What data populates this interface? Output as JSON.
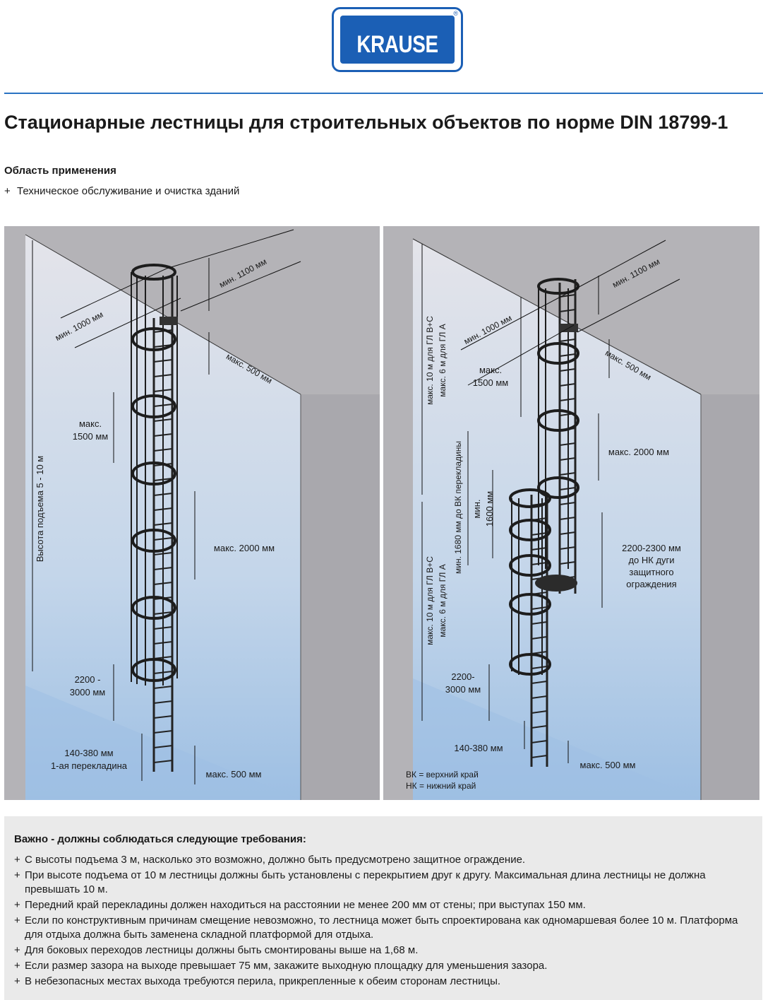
{
  "logo": {
    "brand": "KRAUSE",
    "mark": "®"
  },
  "header": {
    "title": "Стационарные лестницы для строительных объектов по норме DIN 18799-1",
    "application_heading": "Область применения",
    "application_items": [
      "Техническое обслуживание и очистка зданий"
    ]
  },
  "bullet": "+",
  "left_diagram": {
    "labels": {
      "height": "Высота подъема 5 - 10 м",
      "min_1000": "мин. 1000 мм",
      "min_1100": "мин. 1100 мм",
      "max_500_top": "макс. 500 мм",
      "max_1500_a": "макс.",
      "max_1500_b": "1500 мм",
      "max_2000": "макс. 2000 мм",
      "h2200_a": "2200 -",
      "h2200_b": "3000 мм",
      "h140_a": "140-380 мм",
      "h140_b": "1-ая перекладина",
      "max_500_bottom": "макс. 500 мм"
    }
  },
  "right_diagram": {
    "labels": {
      "upper_10m_a": "макс. 10 м для ГЛ B+C",
      "upper_10m_b": "макс. 6 м для ГЛ A",
      "min_1000": "мин. 1000 мм",
      "min_1100": "мин. 1100 мм",
      "max_500_top": "макс. 500 мм",
      "max_1500_a": "макс.",
      "max_1500_b": "1500 мм",
      "max_2000": "макс. 2000 мм",
      "min_1680": "мин. 1680 мм до ВК перекладины",
      "min_1600_a": "мин.",
      "min_1600_b": "1600 мм",
      "h2200_2300_a": "2200-2300 мм",
      "h2200_2300_b": "до НК дуги",
      "h2200_2300_c": "защитного",
      "h2200_2300_d": "ограждения",
      "lower_10m_a": "макс. 10 м для ГЛ B+C",
      "lower_10m_b": "макс. 6 м для ГЛ A",
      "h2200_a": "2200-",
      "h2200_b": "3000 мм",
      "h140": "140-380 мм",
      "max_500_bottom": "макс. 500 мм",
      "legend_vk": "ВК = верхний край",
      "legend_nk": "НК = нижний край"
    }
  },
  "requirements": {
    "heading": "Важно - должны соблюдаться следующие требования:",
    "items": [
      "С высоты подъема 3 м, насколько это возможно, должно быть предусмотрено защитное ограждение.",
      "При высоте подъема от 10 м лестницы должны быть установлены с перекрытием друг к другу. Максимальная длина лестницы не должна превышать 10 м.",
      "Передний край перекладины должен находиться на расстоянии не менее 200 мм от стены; при выступах 150 мм.",
      "Если по конструктивным причинам смещение невозможно, то лестница может быть спроектирована как одномаршевая более 10 м. Платформа для отдыха должна быть заменена складной платформой для отдыха.",
      "Для боковых переходов лестницы должны быть смонтированы выше на 1,68 м.",
      "Если размер зазора на выходе превышает 75 мм, закажите выходную площадку для уменьшения зазора.",
      "В небезопасных местах выхода требуются перила, прикрепленные к обеим сторонам лестницы."
    ]
  },
  "colors": {
    "brand_blue": "#1b5fb5",
    "rule_blue": "#2a73c2",
    "ceiling_gray": "#b3b2b6",
    "wall_light": "#e6e5e8",
    "floor_blue": "#a9c6e6",
    "requirements_bg": "#eaeaea"
  }
}
